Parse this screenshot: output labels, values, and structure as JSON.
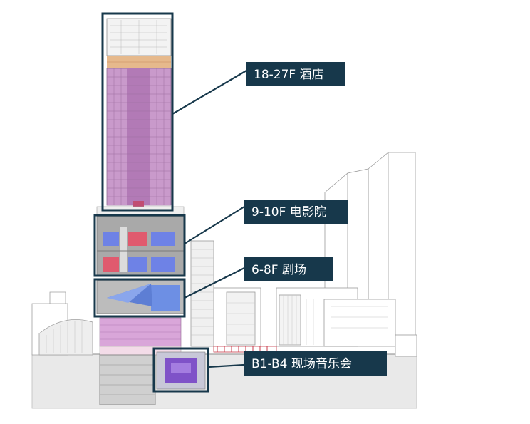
{
  "colors": {
    "frame": "#17384b",
    "label_bg": "#17384b",
    "label_text": "#ffffff",
    "hotel_floor": "#c99acb",
    "hotel_core": "#b27ab6",
    "cinema_blue": "#5f73e0",
    "cinema_red": "#e05a6e",
    "theatre_blue": "#6d8fe4",
    "retail_pink": "#d9a6d9",
    "concert_purple": "#7f52c8",
    "ground": "#e8e8e8",
    "line_gray": "#9a9a9a"
  },
  "labels": {
    "hotel": "18-27F 酒店",
    "cinema": "9-10F 电影院",
    "theatre": "6-8F 剧场",
    "concert": "B1-B4 现场音乐会"
  },
  "icons": {
    "building": "building-section-illustration"
  }
}
